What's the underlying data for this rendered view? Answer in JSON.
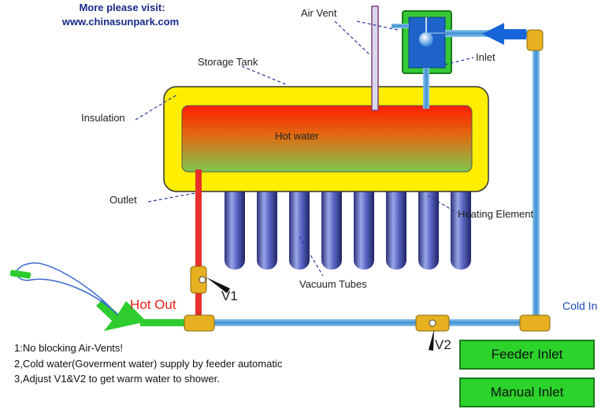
{
  "header": {
    "visit_line1": "More please visit:",
    "visit_line2": "www.chinasunpark.com"
  },
  "labels": {
    "air_vent": "Air Vent",
    "storage_tank": "Storage Tank",
    "inlet": "Inlet",
    "insulation": "Insulation",
    "hot_water": "Hot water",
    "outlet": "Outlet",
    "heating_element": "Heating Element",
    "vacuum_tubes": "Vacuum Tubes",
    "v1": "V1",
    "v2": "V2",
    "hot_out": "Hot Out",
    "cold_in": "Cold In"
  },
  "notes": [
    "1:No blocking Air-Vents!",
    "2,Cold water(Goverment water) supply by feeder automatic",
    "3,Adjust V1&V2 to get warm water to shower."
  ],
  "buttons": {
    "feeder_inlet": "Feeder Inlet",
    "manual_inlet": "Manual Inlet"
  },
  "colors": {
    "insulation": "#ffee00",
    "hot": "#ff2a00",
    "warm": "#8cc63f",
    "cold_pipe": "#4aa3df",
    "hot_pipe": "#e8302a",
    "button": "#2bd32b",
    "arrow_blue": "#1565d8",
    "arrow_green": "#2ecc2e"
  }
}
